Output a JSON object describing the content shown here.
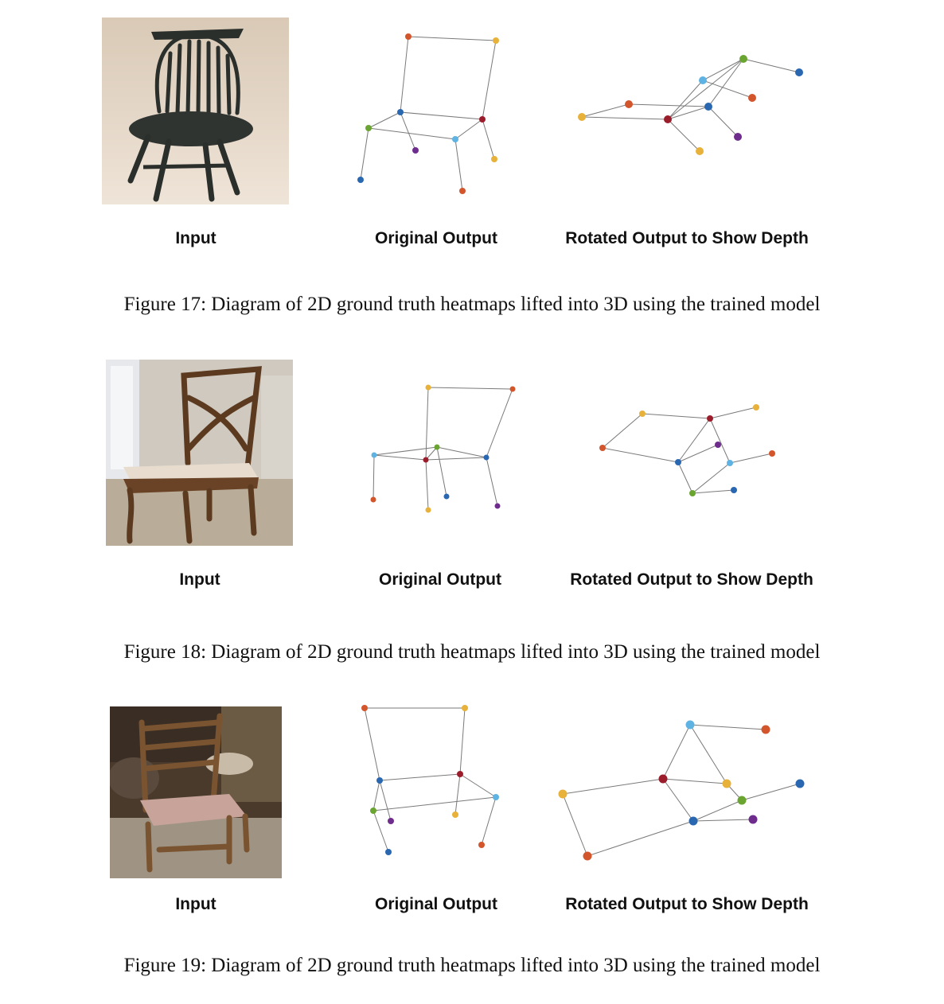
{
  "joint_colors": {
    "orange": "#e8b13a",
    "red": "#d2552b",
    "maroon": "#9b1c2a",
    "green": "#6aa532",
    "blue": "#2a67b1",
    "light_blue": "#5fb3e3",
    "purple": "#6e2c8c"
  },
  "figures": [
    {
      "input_label": "Input",
      "original_label": "Original Output",
      "rotated_label": "Rotated Output to Show Depth",
      "caption": "Figure 17: Diagram of 2D ground truth heatmaps lifted into 3D using the trained model"
    },
    {
      "input_label": "Input",
      "original_label": "Original Output",
      "rotated_label": "Rotated Output to Show Depth",
      "caption": "Figure 18: Diagram of 2D ground truth heatmaps lifted into 3D using the trained model"
    },
    {
      "input_label": "Input",
      "original_label": "Original Output",
      "rotated_label": "Rotated Output to Show Depth",
      "caption": "Figure 19: Diagram of 2D ground truth heatmaps lifted into 3D using the trained model"
    }
  ]
}
